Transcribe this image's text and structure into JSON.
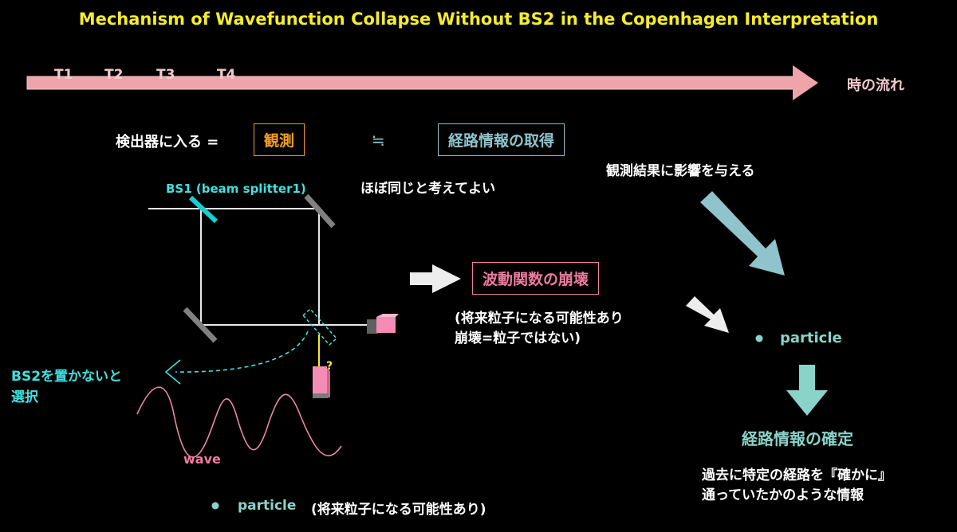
{
  "title": "Mechanism of Wavefunction Collapse Without BS2 in the Copenhagen Interpretation",
  "timeline": {
    "labels": [
      "T1",
      "T2",
      "T3",
      "T4"
    ],
    "caption": "時の流れ"
  },
  "equation": {
    "lhs": "検出器に入る =",
    "observation": "観測",
    "approx": "≒",
    "path_info": "経路情報の取得",
    "note": "ほぼ同じと考えてよい"
  },
  "influence_note": "観測結果に影響を与える",
  "bs1_label": "BS1 (beam splitter1)",
  "detector_q": "?",
  "collapse": {
    "label": "波動関数の崩壊",
    "note_line1": "(将来粒子になる可能性あり",
    "note_line2": "崩壊=粒子ではない)"
  },
  "bs2_choice": {
    "line1": "BS2を置かないと",
    "line2": "選択"
  },
  "wave_label": "wave",
  "bottom_particle": {
    "label": "particle",
    "note": "(将来粒子になる可能性あり)"
  },
  "right_particle": {
    "label": "particle"
  },
  "path_determined": "経路情報の確定",
  "past_info": {
    "line1": "過去に特定の経路を『確かに』",
    "line2": "通っていたかのような情報"
  },
  "colors": {
    "title": "#f5ec2a",
    "timeline": "#efa3aa",
    "observation": "#f0a020",
    "path_info": "#8fc4cc",
    "collapse": "#f07ba0",
    "cyan": "#3fe0e0",
    "teal": "#8ad3c9",
    "wave": "#e88aa0"
  }
}
